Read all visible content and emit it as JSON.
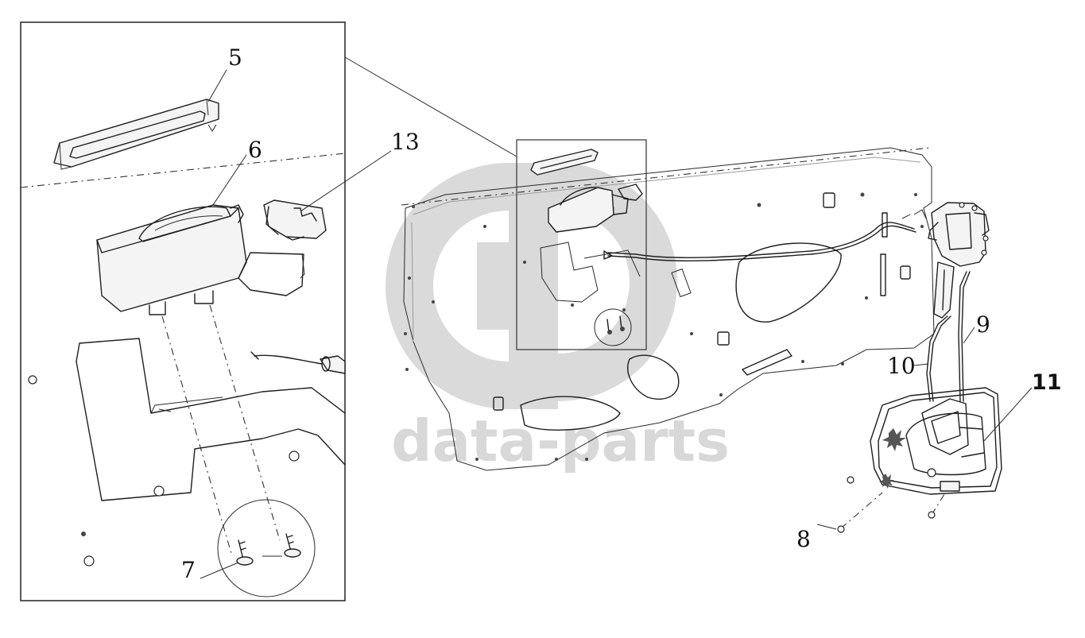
{
  "diagram": {
    "callouts": {
      "c5": "5",
      "c6": "6",
      "c7": "7",
      "c8": "8",
      "c9": "9",
      "c10": "10",
      "c11": "11",
      "c13": "13"
    },
    "watermark": {
      "text": "data-parts",
      "color": "#d2d2d2"
    }
  }
}
